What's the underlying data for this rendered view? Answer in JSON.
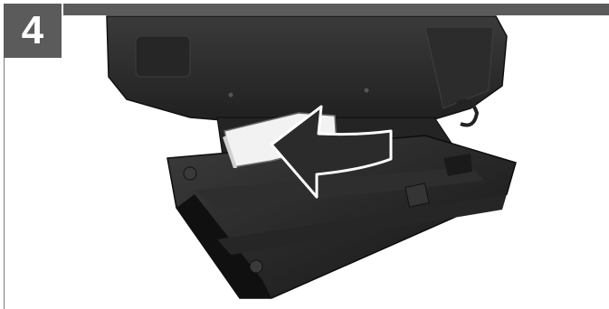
{
  "step": {
    "number": "4",
    "badge_color": "#5b5b5b"
  },
  "illustration": {
    "subject": "jigsaw-base-plate",
    "arrow_direction": "left",
    "lever_color": "#f2f2f2",
    "body_color": "#2a2a2a"
  }
}
